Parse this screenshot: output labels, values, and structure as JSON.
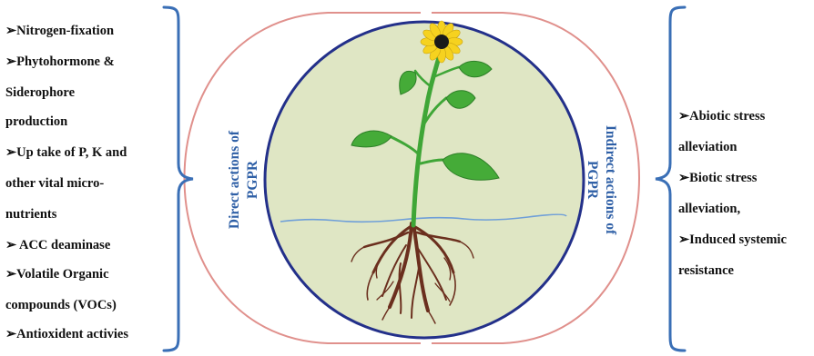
{
  "left_list": {
    "items": [
      "➢Nitrogen-fixation",
      "➢Phytohormone &",
      "Siderophore",
      "production",
      "➢Up take of P, K and",
      "other vital micro-",
      "nutrients",
      "➢ ACC deaminase",
      "➢Volatile Organic",
      "compounds (VOCs)",
      "➢Antioxident activies"
    ]
  },
  "right_list": {
    "items": [
      "➢Abiotic stress",
      "alleviation",
      "➢Biotic stress",
      "alleviation,",
      "➢Induced systemic",
      "resistance"
    ]
  },
  "direct_label": {
    "line1": "Direct actions of",
    "line2": "PGPR"
  },
  "indirect_label": {
    "line1": "Indirect actions of",
    "line2": "PGPR"
  },
  "colors": {
    "pink_outline": "#e0908c",
    "navy_circle": "#23308a",
    "circle_fill": "#dfe6c4",
    "brace_blue": "#3a6fb6",
    "stem_green": "#3fa637",
    "leaf_green": "#45ab38",
    "root_brown": "#6b2f1e",
    "soil_line": "#6f9fd8",
    "petal_yellow": "#f6d21f",
    "text_blue": "#2e5fa6"
  }
}
